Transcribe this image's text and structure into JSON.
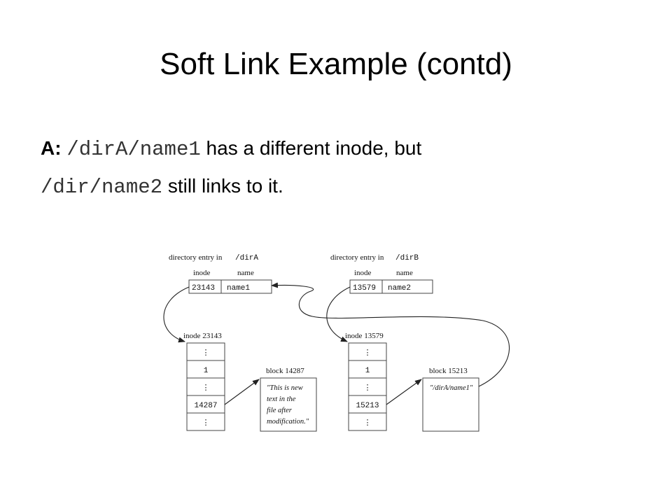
{
  "slide": {
    "title": "Soft Link Example (contd)",
    "body": {
      "prefix": "A:",
      "path1": "/dirA/name1",
      "text1": "has a different inode, but",
      "path2": "/dir/name2",
      "text2": "still links to it."
    }
  },
  "diagram": {
    "dirA": {
      "label": "directory entry in",
      "dir": "/dirA",
      "col_inode": "inode",
      "col_name": "name",
      "inode": "23143",
      "name": "name1"
    },
    "dirB": {
      "label": "directory entry in",
      "dir": "/dirB",
      "col_inode": "inode",
      "col_name": "name",
      "inode": "13579",
      "name": "name2"
    },
    "inodeA": {
      "label": "inode 23143",
      "cells": [
        "⋮",
        "1",
        "⋮",
        "14287",
        "⋮"
      ]
    },
    "inodeB": {
      "label": "inode 13579",
      "cells": [
        "⋮",
        "1",
        "⋮",
        "15213",
        "⋮"
      ]
    },
    "blockA": {
      "label": "block 14287",
      "lines": [
        "\"This is new",
        "text in the",
        "file after",
        "modification.\""
      ]
    },
    "blockB": {
      "label": "block 15213",
      "lines": [
        "\"/dirA/name1\""
      ]
    }
  }
}
